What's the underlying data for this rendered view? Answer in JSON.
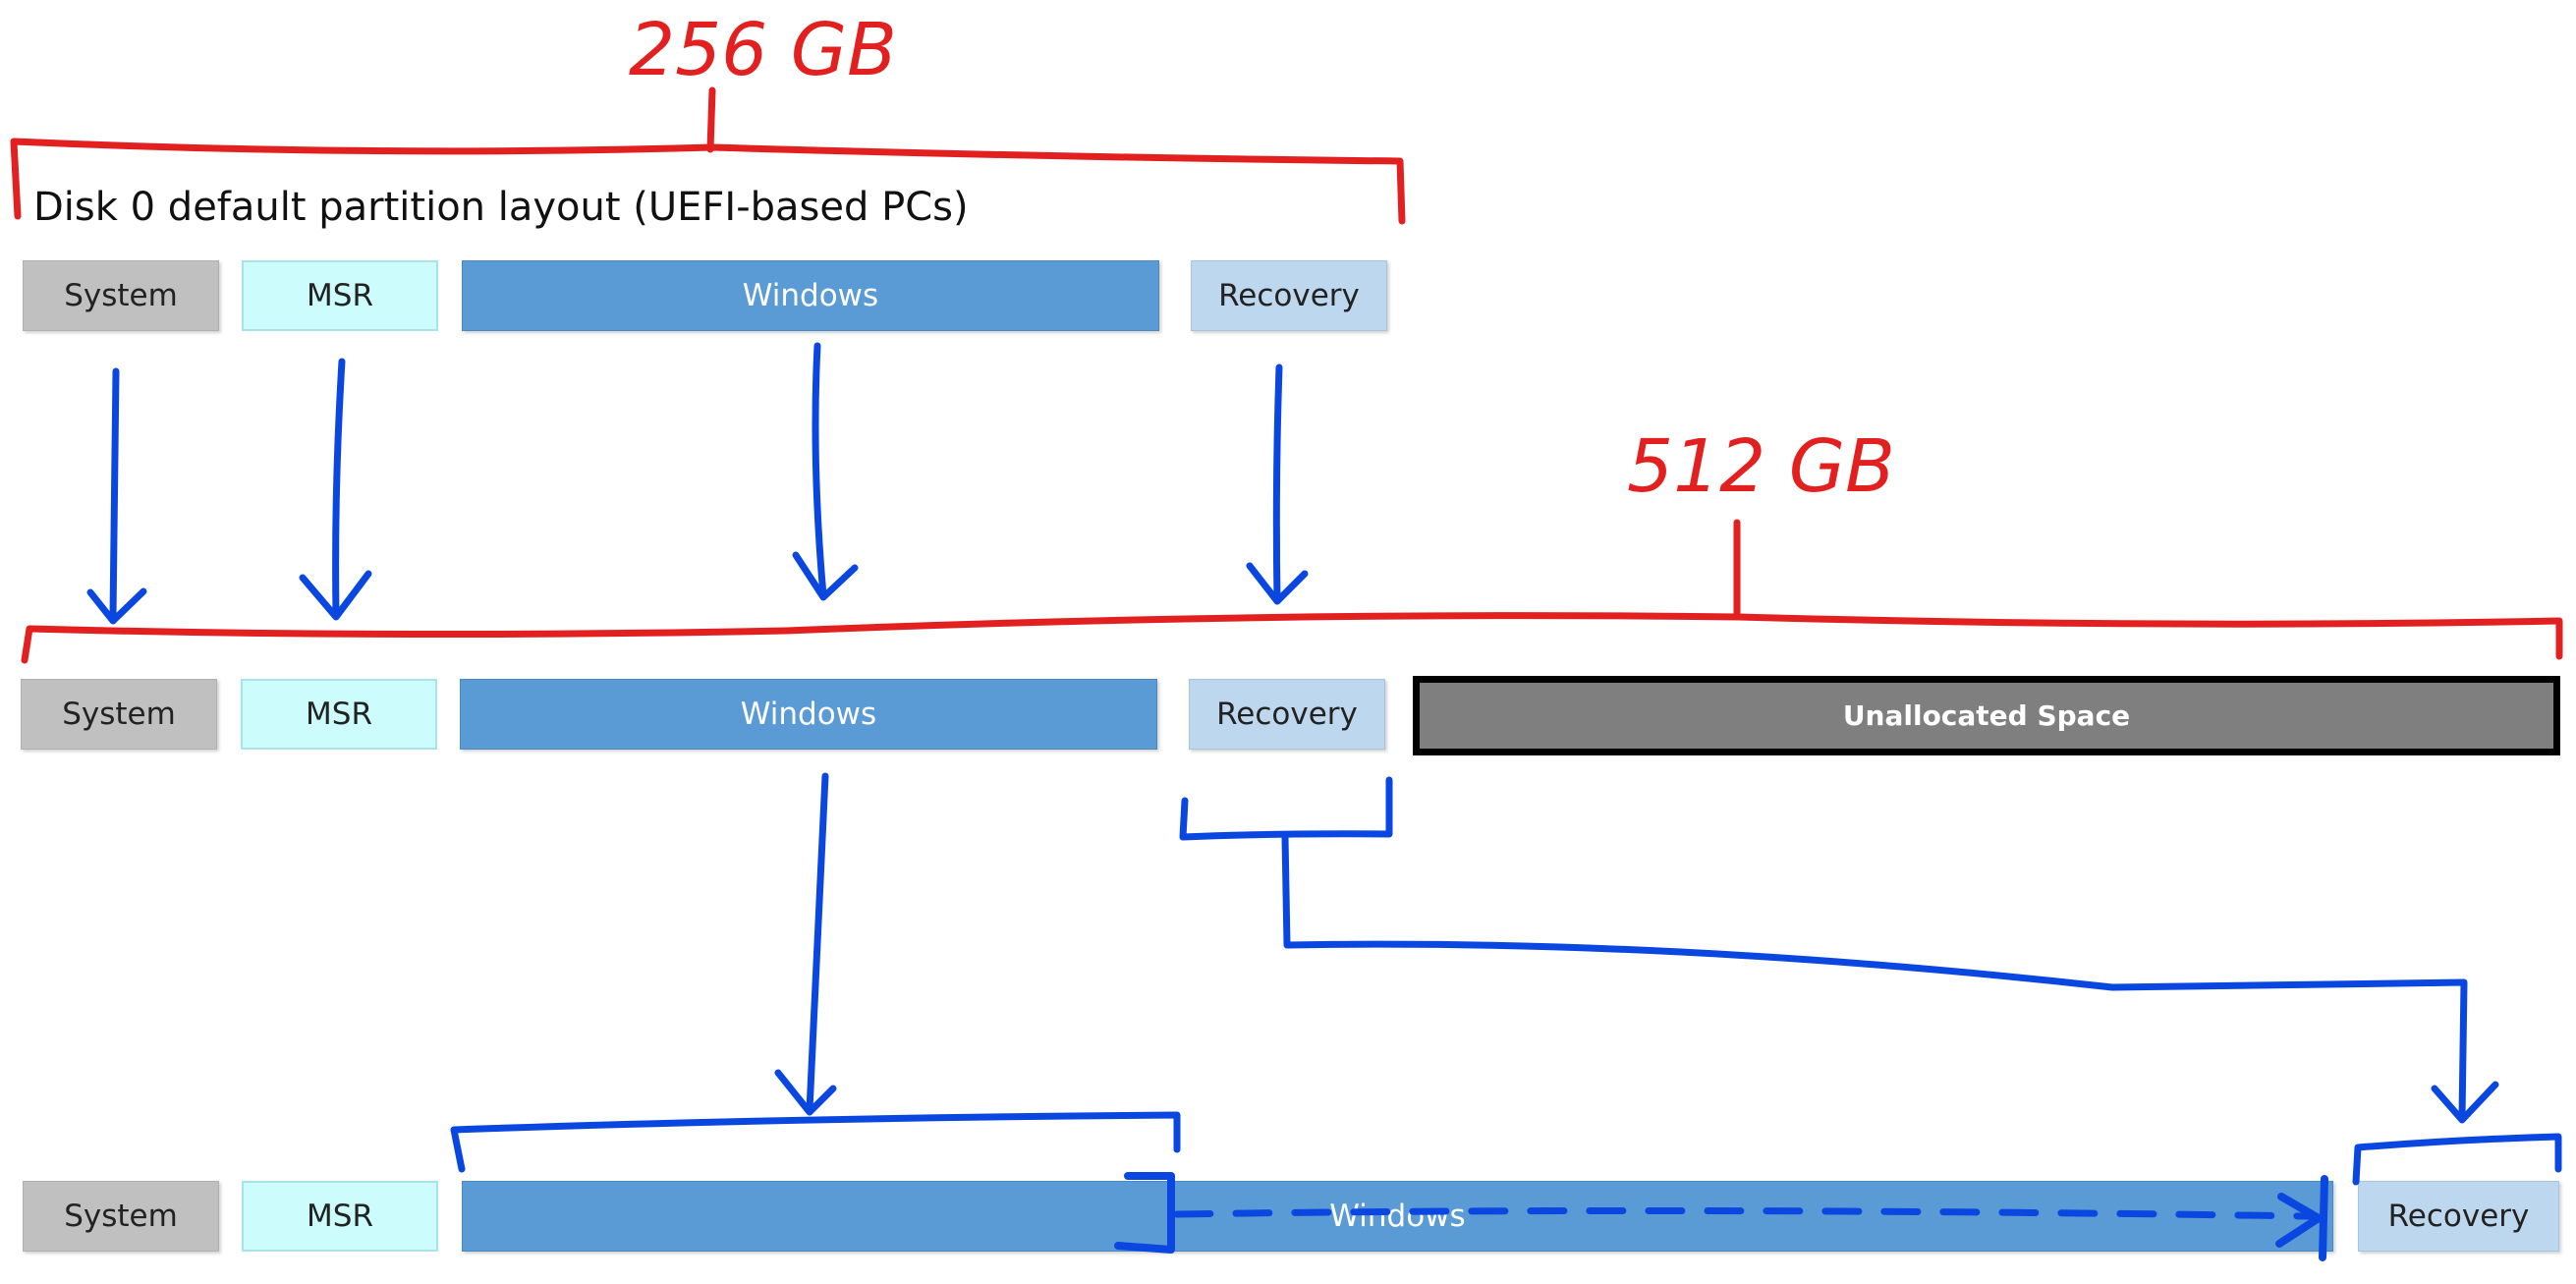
{
  "title": "Disk 0 default partition layout (UEFI-based PCs)",
  "annotations": {
    "size_top": "256 GB",
    "size_mid": "512 GB"
  },
  "rows": {
    "top": {
      "system": "System",
      "msr": "MSR",
      "windows": "Windows",
      "recovery": "Recovery"
    },
    "middle": {
      "system": "System",
      "msr": "MSR",
      "windows": "Windows",
      "recovery": "Recovery",
      "unallocated": "Unallocated Space"
    },
    "bottom": {
      "system": "System",
      "msr": "MSR",
      "windows": "Windows",
      "recovery": "Recovery"
    }
  },
  "colors": {
    "system": "#c0c0c0",
    "msr": "#ccfcfc",
    "windows": "#5b9bd5",
    "recovery": "#bdd7ee",
    "unallocated": "#7f7f7f",
    "annotation_red": "#e32020",
    "annotation_blue": "#0a47e0"
  }
}
